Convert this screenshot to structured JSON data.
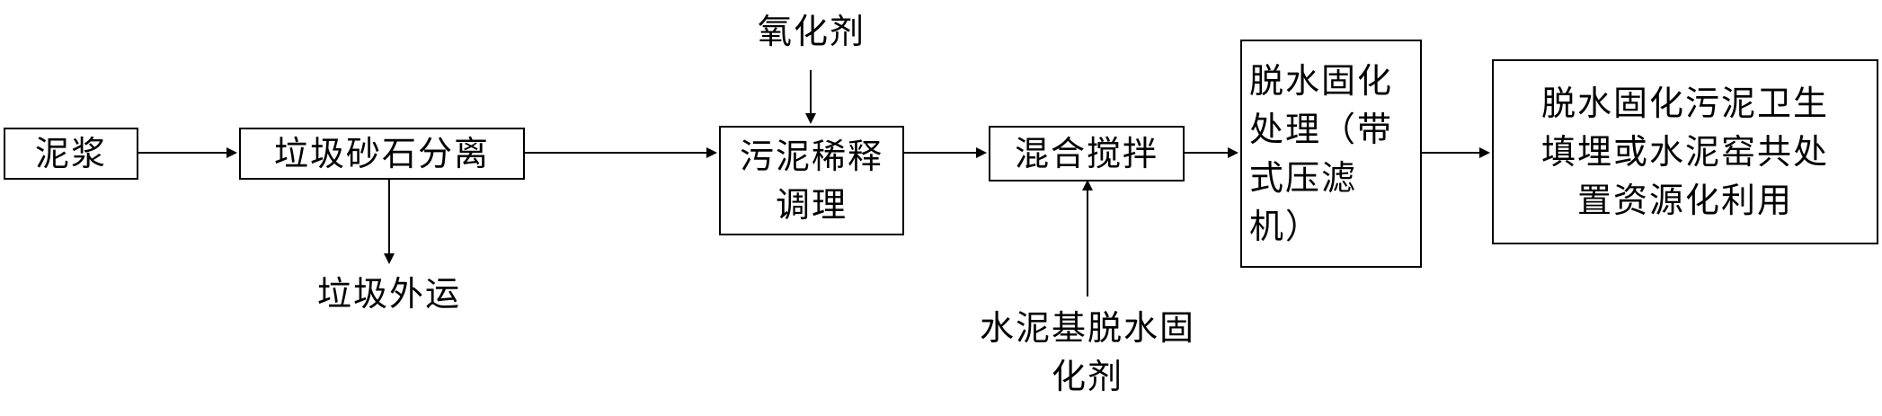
{
  "nodes": {
    "mud": "泥浆",
    "garbage_separation": "垃圾砂石分离",
    "sludge_dilution_line1": "污泥稀释",
    "sludge_dilution_line2": "调理",
    "mixing": "混合搅拌",
    "dewatering_line1": "脱水固化",
    "dewatering_line2": "处理（带",
    "dewatering_line3": "式压滤",
    "dewatering_line4": "机）",
    "final_line1": "脱水固化污泥卫生",
    "final_line2": "填埋或水泥窑共处",
    "final_line3": "置资源化利用"
  },
  "inputs": {
    "oxidant": "氧化剂",
    "garbage_out": "垃圾外运",
    "cement_agent_line1": "水泥基脱水固",
    "cement_agent_line2": "化剂"
  }
}
